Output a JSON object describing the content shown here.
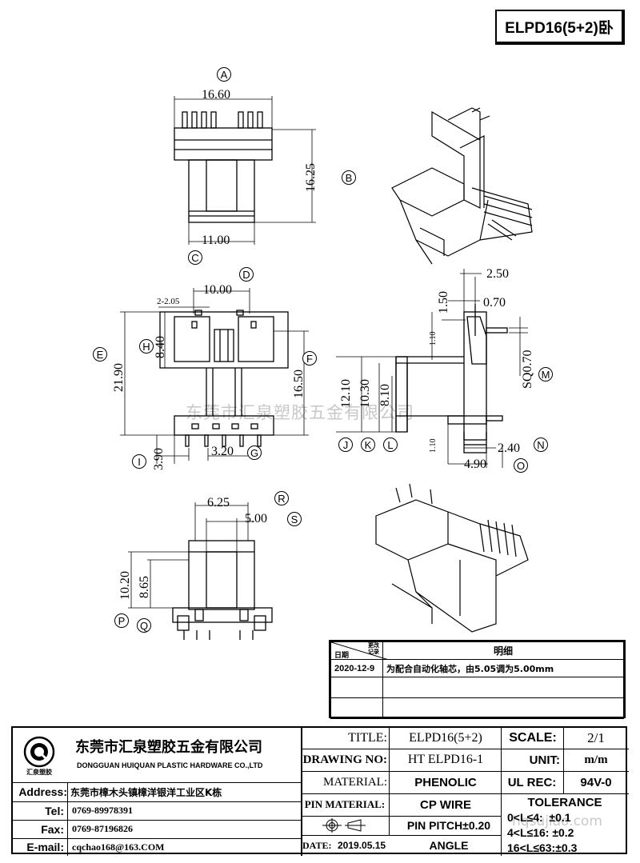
{
  "header": {
    "part_title": "ELPD16(5+2)卧"
  },
  "dims": {
    "a": "16.60",
    "b": "16.25",
    "c": "11.00",
    "d": "10.00",
    "d_pitch": "2-2.05",
    "e": "21.90",
    "f": "16.50",
    "h": "8.40",
    "i": "3.90",
    "g": "3.20",
    "r": "6.25",
    "s": "5.00",
    "p": "10.20",
    "q": "8.65",
    "j": "12.10",
    "k": "10.30",
    "l": "8.10",
    "t1": "1.50",
    "t2": "2.50",
    "t3": "0.70",
    "t4": "1.10",
    "sq": "SQ0.70",
    "t5": "1.10",
    "n": "2.40",
    "o": "4.90"
  },
  "markers": [
    "A",
    "B",
    "C",
    "D",
    "E",
    "F",
    "G",
    "H",
    "I",
    "J",
    "K",
    "L",
    "M",
    "N",
    "O",
    "P",
    "Q",
    "R",
    "S"
  ],
  "watermark": "东莞市汇泉塑胶五金有限公司",
  "watermark2": "hqsujiao.com",
  "revision": {
    "hdr_date": "日期",
    "hdr_record": "更改记录",
    "hdr_detail": "明细",
    "rows": [
      {
        "date": "2020-12-9",
        "detail": "为配合自动化轴芯，由5.05调为5.00mm"
      },
      {
        "date": "",
        "detail": ""
      },
      {
        "date": "",
        "detail": ""
      }
    ]
  },
  "company": {
    "name_cn": "东莞市汇泉塑胶五金有限公司",
    "name_en": "DONGGUAN HUIQUAN PLASTIC HARDWARE CO.,LTD",
    "logo_text": "汇泉塑胶",
    "address_label": "Address:",
    "address": "东莞市樟木头镇樟洋银洋工业区K栋",
    "tel_label": "Tel:",
    "tel": "0769-89978391",
    "fax_label": "Fax:",
    "fax": "0769-87196826",
    "email_label": "E-mail:",
    "email": "cqchao168@163.COM"
  },
  "titleblock": {
    "title_label": "TITLE:",
    "title": "ELPD16(5+2)",
    "scale_label": "SCALE:",
    "scale": "2/1",
    "drawing_no_label": "DRAWING NO:",
    "drawing_no": "HT ELPD16-1",
    "unit_label": "UNIT:",
    "unit": "m/m",
    "material_label": "MATERIAL:",
    "material": "PHENOLIC",
    "ul_label": "UL REC:",
    "ul": "94V-0",
    "pin_material_label": "PIN MATERIAL:",
    "pin_material": "CP WIRE",
    "tolerance_label": "TOLERANCE",
    "pin_pitch": "PIN PITCH±0.20",
    "tol1": "0<L≤4:  ±0.1",
    "tol2": "4<L≤16: ±0.2",
    "tol3": "16<L≤63:±0.3",
    "date_label": "DATE:",
    "date": "2019.05.15",
    "angle": "ANGLE"
  }
}
